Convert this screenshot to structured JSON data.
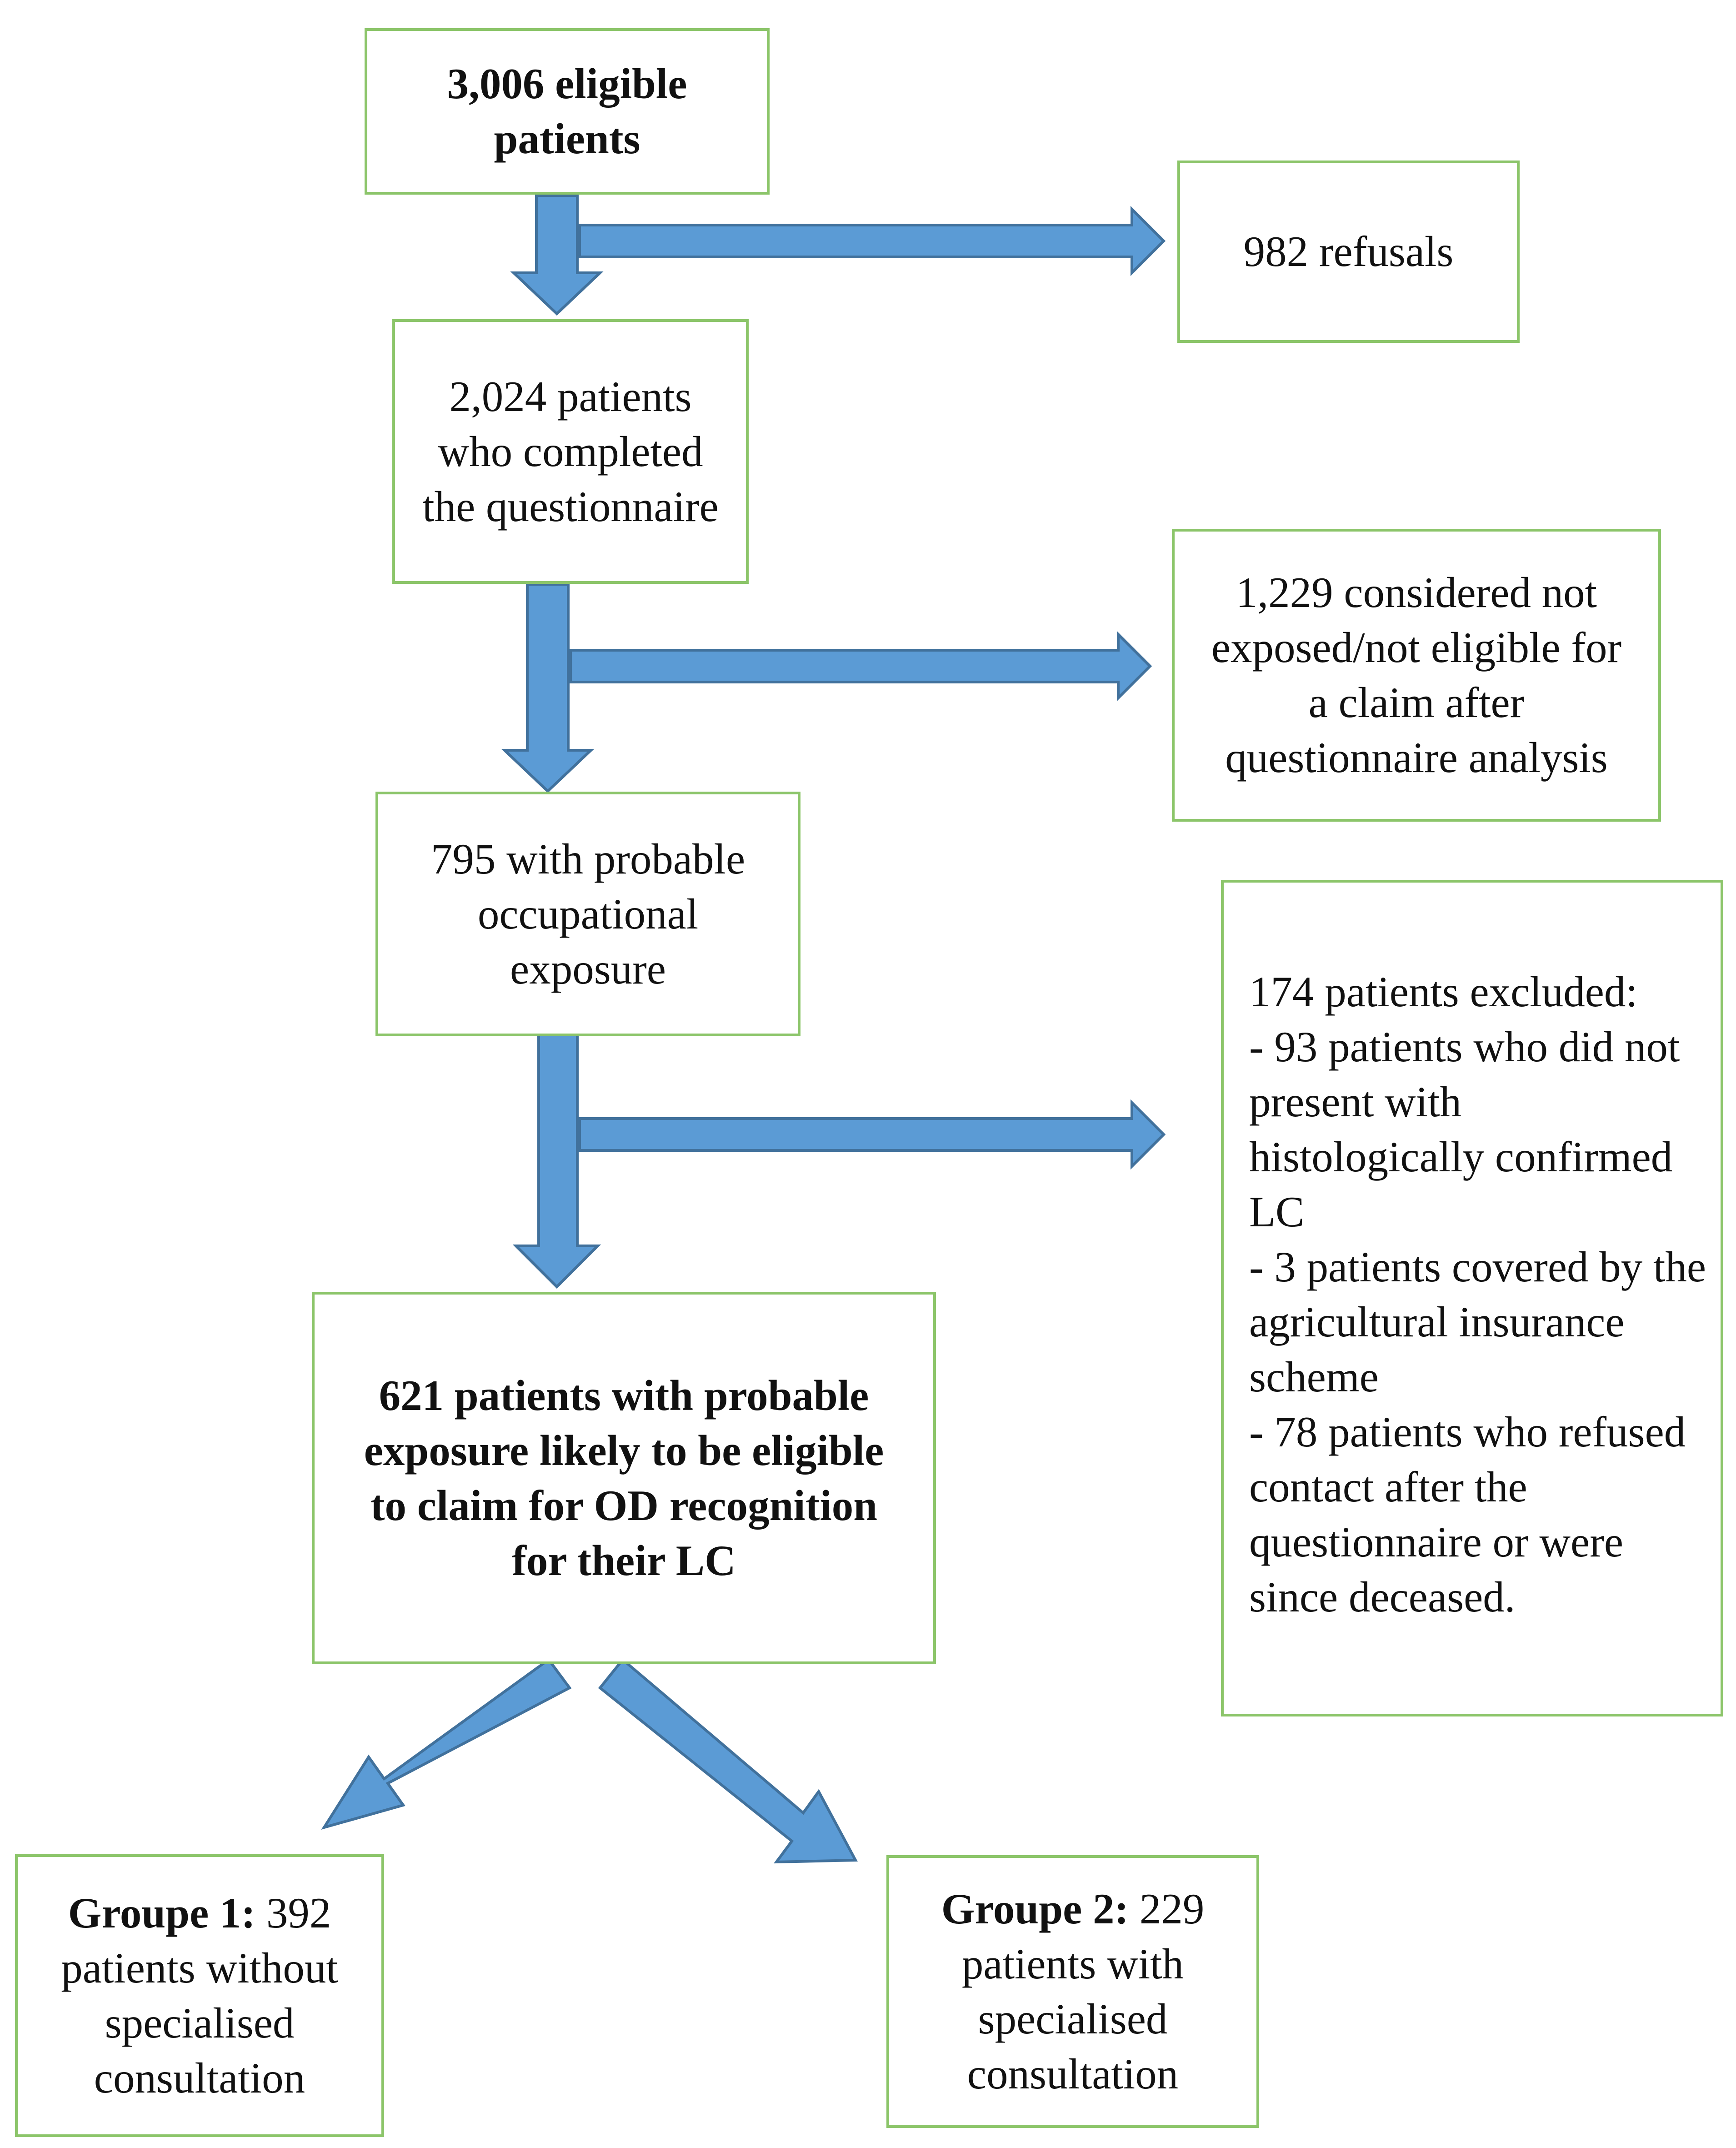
{
  "boxes": {
    "eligible": "3,006 eligible patients",
    "refusals": "982 refusals",
    "completed": "2,024 patients who completed the questionnaire",
    "not_exposed": "1,229 considered not exposed/not eligible for a claim after questionnaire analysis",
    "probable": "795 with probable occupational exposure",
    "excluded": {
      "title": "174 patients excluded:",
      "items": [
        "- 93 patients who did not present with histologically confirmed LC",
        "- 3 patients covered by the agricultural insurance scheme",
        "- 78 patients who refused contact after the questionnaire or were since deceased."
      ]
    },
    "eligible_claim": "621 patients with probable exposure likely to be eligible to claim for OD recognition for their LC",
    "group1": {
      "label": "Groupe 1:",
      "text": "392 patients without specialised consultation"
    },
    "group2": {
      "label": "Groupe 2:",
      "text": "229 patients with specialised consultation"
    }
  },
  "colors": {
    "box_border": "#8cc56a",
    "arrow_fill": "#5b9bd5",
    "arrow_stroke": "#41719c"
  }
}
